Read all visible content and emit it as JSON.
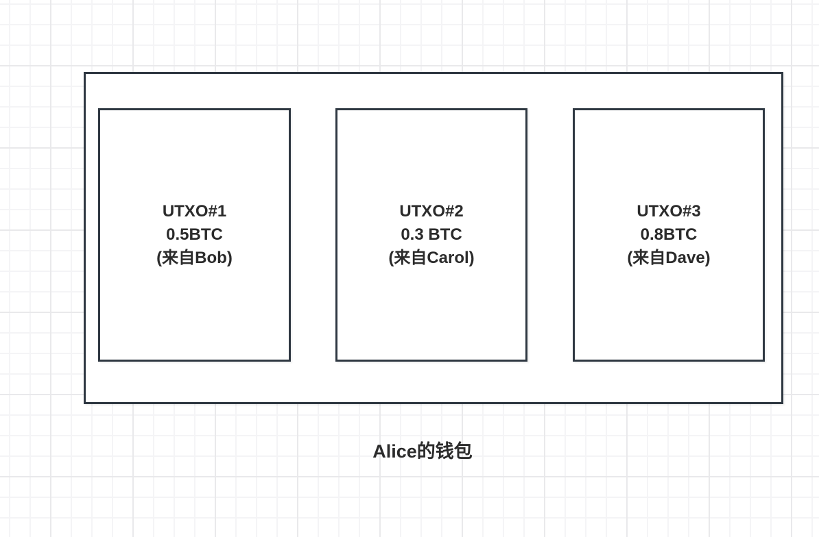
{
  "canvas": {
    "background": "#ffffff",
    "grid_minor_color": "#f4f4f6",
    "grid_major_color": "#e9e9eb"
  },
  "wallet": {
    "label": "Alice的钱包",
    "border_color": "#2f3842",
    "text_color": "#2b2b2b",
    "utxos": [
      {
        "id": "UTXO#1",
        "amount": "0.5BTC",
        "source": "(来自Bob)"
      },
      {
        "id": "UTXO#2",
        "amount": "0.3 BTC",
        "source": "(来自Carol)"
      },
      {
        "id": "UTXO#3",
        "amount": "0.8BTC",
        "source": "(来自Dave)"
      }
    ]
  }
}
